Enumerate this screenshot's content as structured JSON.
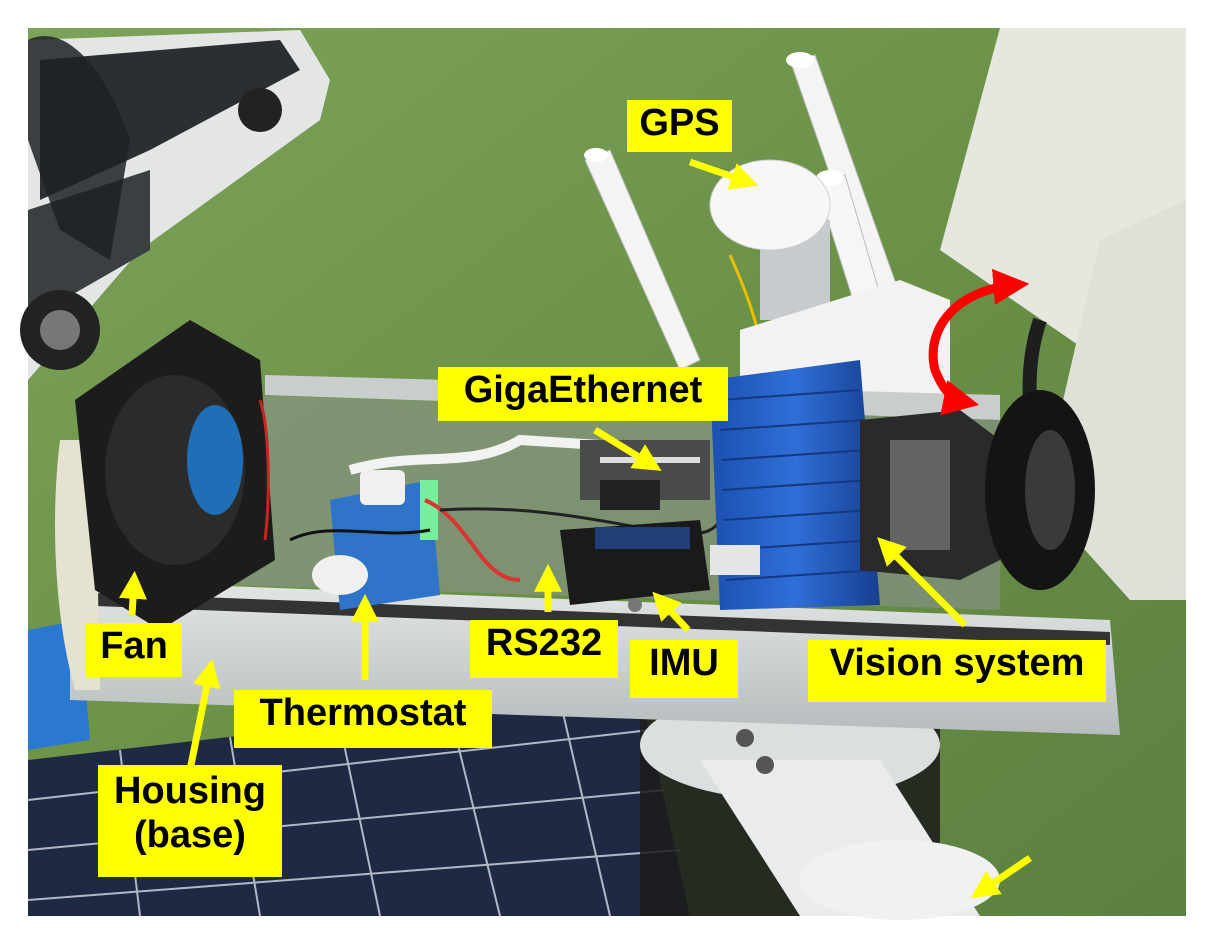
{
  "labels": {
    "gps": "GPS",
    "gigaethernet": "GigaEthernet",
    "fan": "Fan",
    "rs232": "RS232",
    "imu": "IMU",
    "vision": "Vision system",
    "thermostat": "Thermostat",
    "housing_line1": "Housing",
    "housing_line2": "(base)"
  },
  "colors": {
    "label_bg": "#ffff00",
    "arrow": "#ffff00",
    "rotation_arrow": "#ff0000"
  }
}
